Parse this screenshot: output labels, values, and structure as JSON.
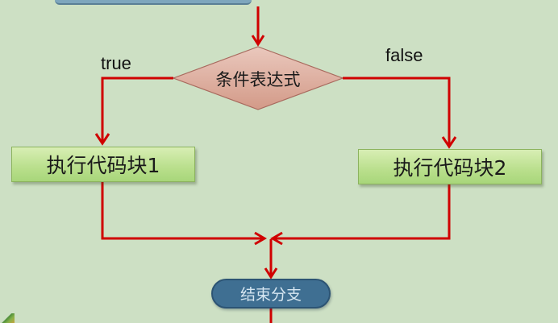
{
  "diagram": {
    "type": "flowchart",
    "title": "if-else branch flow",
    "colors": {
      "background": "#cde0c4",
      "arrow": "#d00000",
      "decision_fill": "#dba898",
      "decision_border": "#a05a50",
      "process_fill": "#b9df8c",
      "end_fill": "#3f6f92",
      "end_text": "#d6e6f1"
    },
    "nodes": {
      "decision": {
        "id": "condition",
        "shape": "diamond",
        "label": "条件表达式"
      },
      "process_true": {
        "id": "block1",
        "shape": "rectangle",
        "label": "执行代码块1"
      },
      "process_false": {
        "id": "block2",
        "shape": "rectangle",
        "label": "执行代码块2"
      },
      "end": {
        "id": "end-branch",
        "shape": "rounded-pill",
        "label": "结束分支"
      }
    },
    "edge_labels": {
      "true": "true",
      "false": "false"
    },
    "edges": [
      {
        "from": "start",
        "to": "condition"
      },
      {
        "from": "condition",
        "to": "block1",
        "label": "true"
      },
      {
        "from": "condition",
        "to": "block2",
        "label": "false"
      },
      {
        "from": "block1",
        "to": "merge"
      },
      {
        "from": "block2",
        "to": "merge"
      },
      {
        "from": "merge",
        "to": "end-branch"
      },
      {
        "from": "end-branch",
        "to": "next"
      }
    ]
  }
}
